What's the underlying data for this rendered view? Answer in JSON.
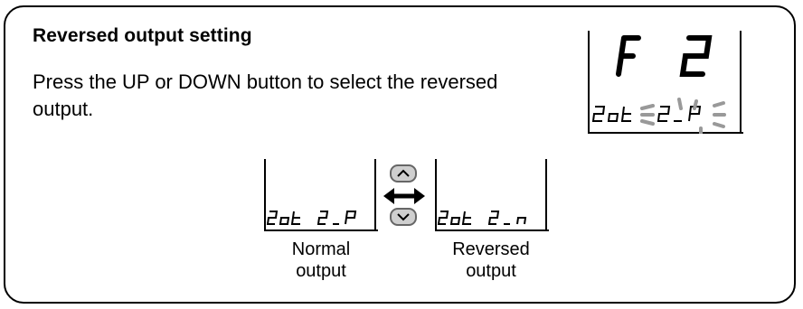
{
  "heading": "Reversed output setting",
  "instruction": "Press the UP or DOWN button to select the reversed output.",
  "top_display": {
    "main_text": "F 2",
    "sub_label": "2ot",
    "sub_value": "2_P"
  },
  "normal_display": {
    "label": "2ot",
    "value": "2_P"
  },
  "reversed_display": {
    "label": "2ot",
    "value": "2_n"
  },
  "captions": {
    "normal_line1": "Normal",
    "normal_line2": "output",
    "reversed_line1": "Reversed",
    "reversed_line2": "output"
  },
  "buttons": {
    "up_icon": "chevron-up-icon",
    "down_icon": "chevron-down-icon",
    "switch_icon": "double-arrow-icon"
  },
  "colors": {
    "blink": "#999999",
    "button_fill": "#cfcfcf"
  }
}
